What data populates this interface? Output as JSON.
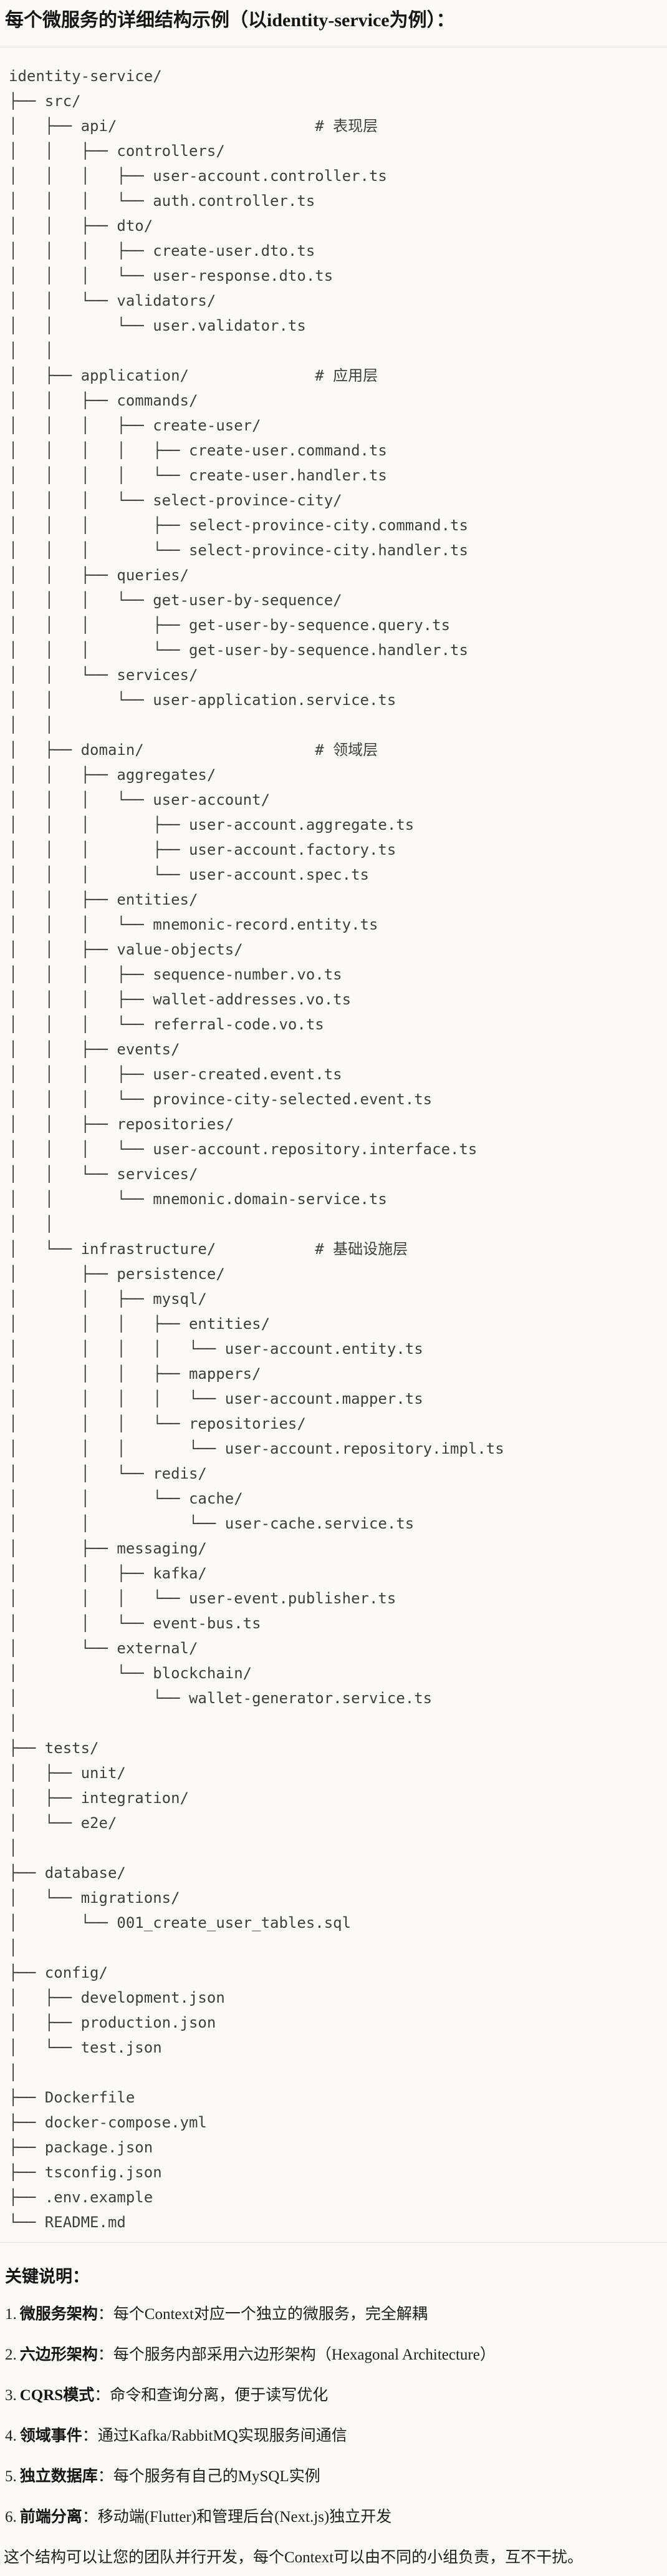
{
  "title": "每个微服务的详细结构示例（以identity-service为例）：",
  "code_block": {
    "lines": [
      "identity-service/",
      "├── src/",
      "│   ├── api/                      # 表现层",
      "│   │   ├── controllers/",
      "│   │   │   ├── user-account.controller.ts",
      "│   │   │   └── auth.controller.ts",
      "│   │   ├── dto/",
      "│   │   │   ├── create-user.dto.ts",
      "│   │   │   └── user-response.dto.ts",
      "│   │   └── validators/",
      "│   │       └── user.validator.ts",
      "│   │",
      "│   ├── application/              # 应用层",
      "│   │   ├── commands/",
      "│   │   │   ├── create-user/",
      "│   │   │   │   ├── create-user.command.ts",
      "│   │   │   │   └── create-user.handler.ts",
      "│   │   │   └── select-province-city/",
      "│   │   │       ├── select-province-city.command.ts",
      "│   │   │       └── select-province-city.handler.ts",
      "│   │   ├── queries/",
      "│   │   │   └── get-user-by-sequence/",
      "│   │   │       ├── get-user-by-sequence.query.ts",
      "│   │   │       └── get-user-by-sequence.handler.ts",
      "│   │   └── services/",
      "│   │       └── user-application.service.ts",
      "│   │",
      "│   ├── domain/                   # 领域层",
      "│   │   ├── aggregates/",
      "│   │   │   └── user-account/",
      "│   │   │       ├── user-account.aggregate.ts",
      "│   │   │       ├── user-account.factory.ts",
      "│   │   │       └── user-account.spec.ts",
      "│   │   ├── entities/",
      "│   │   │   └── mnemonic-record.entity.ts",
      "│   │   ├── value-objects/",
      "│   │   │   ├── sequence-number.vo.ts",
      "│   │   │   ├── wallet-addresses.vo.ts",
      "│   │   │   └── referral-code.vo.ts",
      "│   │   ├── events/",
      "│   │   │   ├── user-created.event.ts",
      "│   │   │   └── province-city-selected.event.ts",
      "│   │   ├── repositories/",
      "│   │   │   └── user-account.repository.interface.ts",
      "│   │   └── services/",
      "│   │       └── mnemonic.domain-service.ts",
      "│   │",
      "│   └── infrastructure/           # 基础设施层",
      "│       ├── persistence/",
      "│       │   ├── mysql/",
      "│       │   │   ├── entities/",
      "│       │   │   │   └── user-account.entity.ts",
      "│       │   │   ├── mappers/",
      "│       │   │   │   └── user-account.mapper.ts",
      "│       │   │   └── repositories/",
      "│       │   │       └── user-account.repository.impl.ts",
      "│       │   └── redis/",
      "│       │       └── cache/",
      "│       │           └── user-cache.service.ts",
      "│       ├── messaging/",
      "│       │   ├── kafka/",
      "│       │   │   └── user-event.publisher.ts",
      "│       │   └── event-bus.ts",
      "│       └── external/",
      "│           └── blockchain/",
      "│               └── wallet-generator.service.ts",
      "│",
      "├── tests/",
      "│   ├── unit/",
      "│   ├── integration/",
      "│   └── e2e/",
      "│",
      "├── database/",
      "│   └── migrations/",
      "│       └── 001_create_user_tables.sql",
      "│",
      "├── config/",
      "│   ├── development.json",
      "│   ├── production.json",
      "│   └── test.json",
      "│",
      "├── Dockerfile",
      "├── docker-compose.yml",
      "├── package.json",
      "├── tsconfig.json",
      "├── .env.example",
      "└── README.md"
    ]
  },
  "key_points": {
    "heading": "关键说明：",
    "items": [
      {
        "num": "1.",
        "label": "微服务架构",
        "text": "：每个Context对应一个独立的微服务，完全解耦"
      },
      {
        "num": "2.",
        "label": "六边形架构",
        "text": "：每个服务内部采用六边形架构（Hexagonal Architecture）"
      },
      {
        "num": "3.",
        "label": "CQRS模式",
        "text": "：命令和查询分离，便于读写优化"
      },
      {
        "num": "4.",
        "label": "领域事件",
        "text": "：通过Kafka/RabbitMQ实现服务间通信"
      },
      {
        "num": "5.",
        "label": "独立数据库",
        "text": "：每个服务有自己的MySQL实例"
      },
      {
        "num": "6.",
        "label": "前端分离",
        "text": "：移动端(Flutter)和管理后台(Next.js)独立开发"
      }
    ]
  },
  "closing": "这个结构可以让您的团队并行开发，每个Context可以由不同的小组负责，互不干扰。"
}
